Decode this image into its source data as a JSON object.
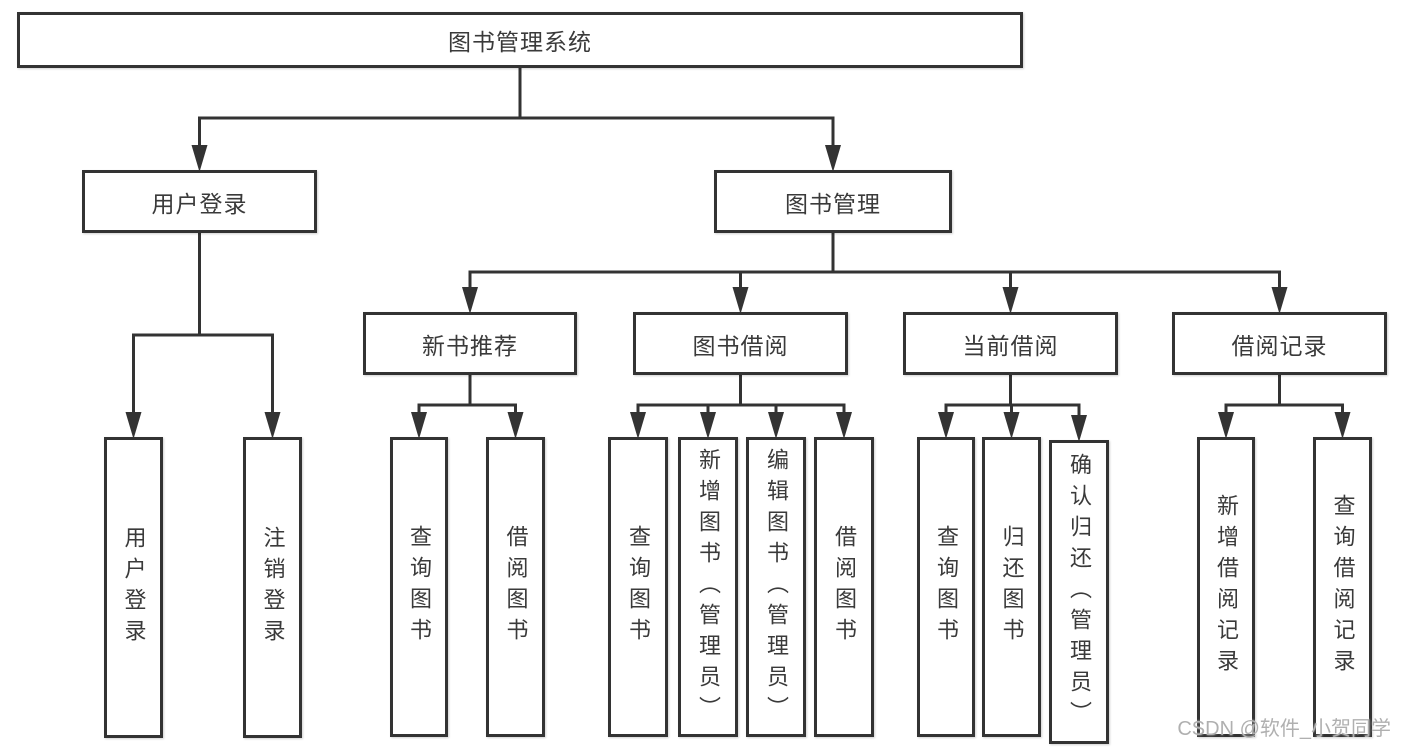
{
  "diagram": {
    "type": "tree",
    "title": "图书管理系统",
    "nodes": [
      {
        "id": "system",
        "label": "图书管理系统",
        "parent": null
      },
      {
        "id": "user-login",
        "label": "用户登录",
        "parent": "system"
      },
      {
        "id": "book-mgmt",
        "label": "图书管理",
        "parent": "system"
      },
      {
        "id": "login",
        "label": "用户登录",
        "parent": "user-login"
      },
      {
        "id": "logout",
        "label": "注销登录",
        "parent": "user-login"
      },
      {
        "id": "new-books",
        "label": "新书推荐",
        "parent": "book-mgmt"
      },
      {
        "id": "book-borrow",
        "label": "图书借阅",
        "parent": "book-mgmt"
      },
      {
        "id": "current-borrow",
        "label": "当前借阅",
        "parent": "book-mgmt"
      },
      {
        "id": "borrow-records",
        "label": "借阅记录",
        "parent": "book-mgmt"
      },
      {
        "id": "nb-query",
        "label": "查询图书",
        "parent": "new-books"
      },
      {
        "id": "nb-borrow",
        "label": "借阅图书",
        "parent": "new-books"
      },
      {
        "id": "bb-query",
        "label": "查询图书",
        "parent": "book-borrow"
      },
      {
        "id": "bb-add",
        "label": "新增图书（管理员）",
        "parent": "book-borrow"
      },
      {
        "id": "bb-edit",
        "label": "编辑图书（管理员）",
        "parent": "book-borrow"
      },
      {
        "id": "bb-borrow",
        "label": "借阅图书",
        "parent": "book-borrow"
      },
      {
        "id": "cb-query",
        "label": "查询图书",
        "parent": "current-borrow"
      },
      {
        "id": "cb-return",
        "label": "归还图书",
        "parent": "current-borrow"
      },
      {
        "id": "cb-confirm",
        "label": "确认归还（管理员）",
        "parent": "current-borrow"
      },
      {
        "id": "br-add",
        "label": "新增借阅记录",
        "parent": "borrow-records"
      },
      {
        "id": "br-query",
        "label": "查询借阅记录",
        "parent": "borrow-records"
      }
    ]
  },
  "colors": {
    "line": "#333333",
    "box_border": "#333333",
    "text": "#3a3a3a",
    "watermark": "#b0b0b0",
    "background": "#ffffff"
  },
  "watermark": {
    "text": "CSDN @软件_小贺同学"
  }
}
